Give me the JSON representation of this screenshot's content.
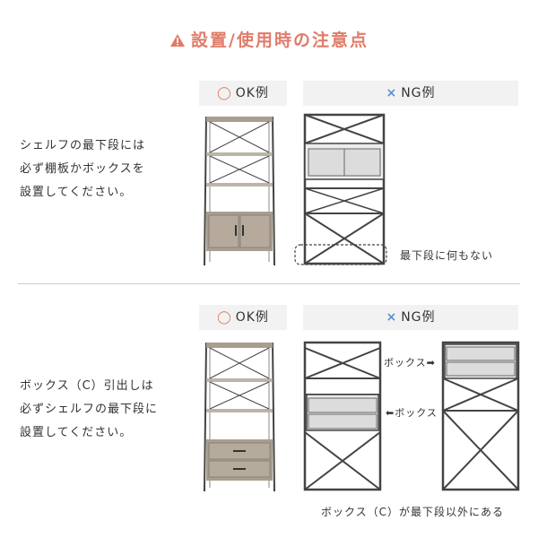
{
  "title": "設置/使用時の注意点",
  "colors": {
    "accent": "#e07c6a",
    "ok": "#e07c6a",
    "ng": "#5b8fd1",
    "frame": "#444444",
    "wood": "#a89d8f",
    "panel": "#dcdcdc"
  },
  "section1": {
    "ok_mark": "◯",
    "ok_label": "OK例",
    "ng_mark": "×",
    "ng_label": "NG例",
    "desc": [
      "シェルフの最下段には",
      "必ず棚板かボックスを",
      "設置してください。"
    ],
    "note": "最下段に何もない"
  },
  "section2": {
    "ok_mark": "◯",
    "ok_label": "OK例",
    "ng_mark": "×",
    "ng_label": "NG例",
    "desc": [
      "ボックス（C）引出しは",
      "必ずシェルフの最下段に",
      "設置してください。"
    ],
    "box_arrow_1": "ボックス➡",
    "box_arrow_2": "⬅ボックス",
    "bottom_note": "ボックス（C）が最下段以外にある"
  }
}
